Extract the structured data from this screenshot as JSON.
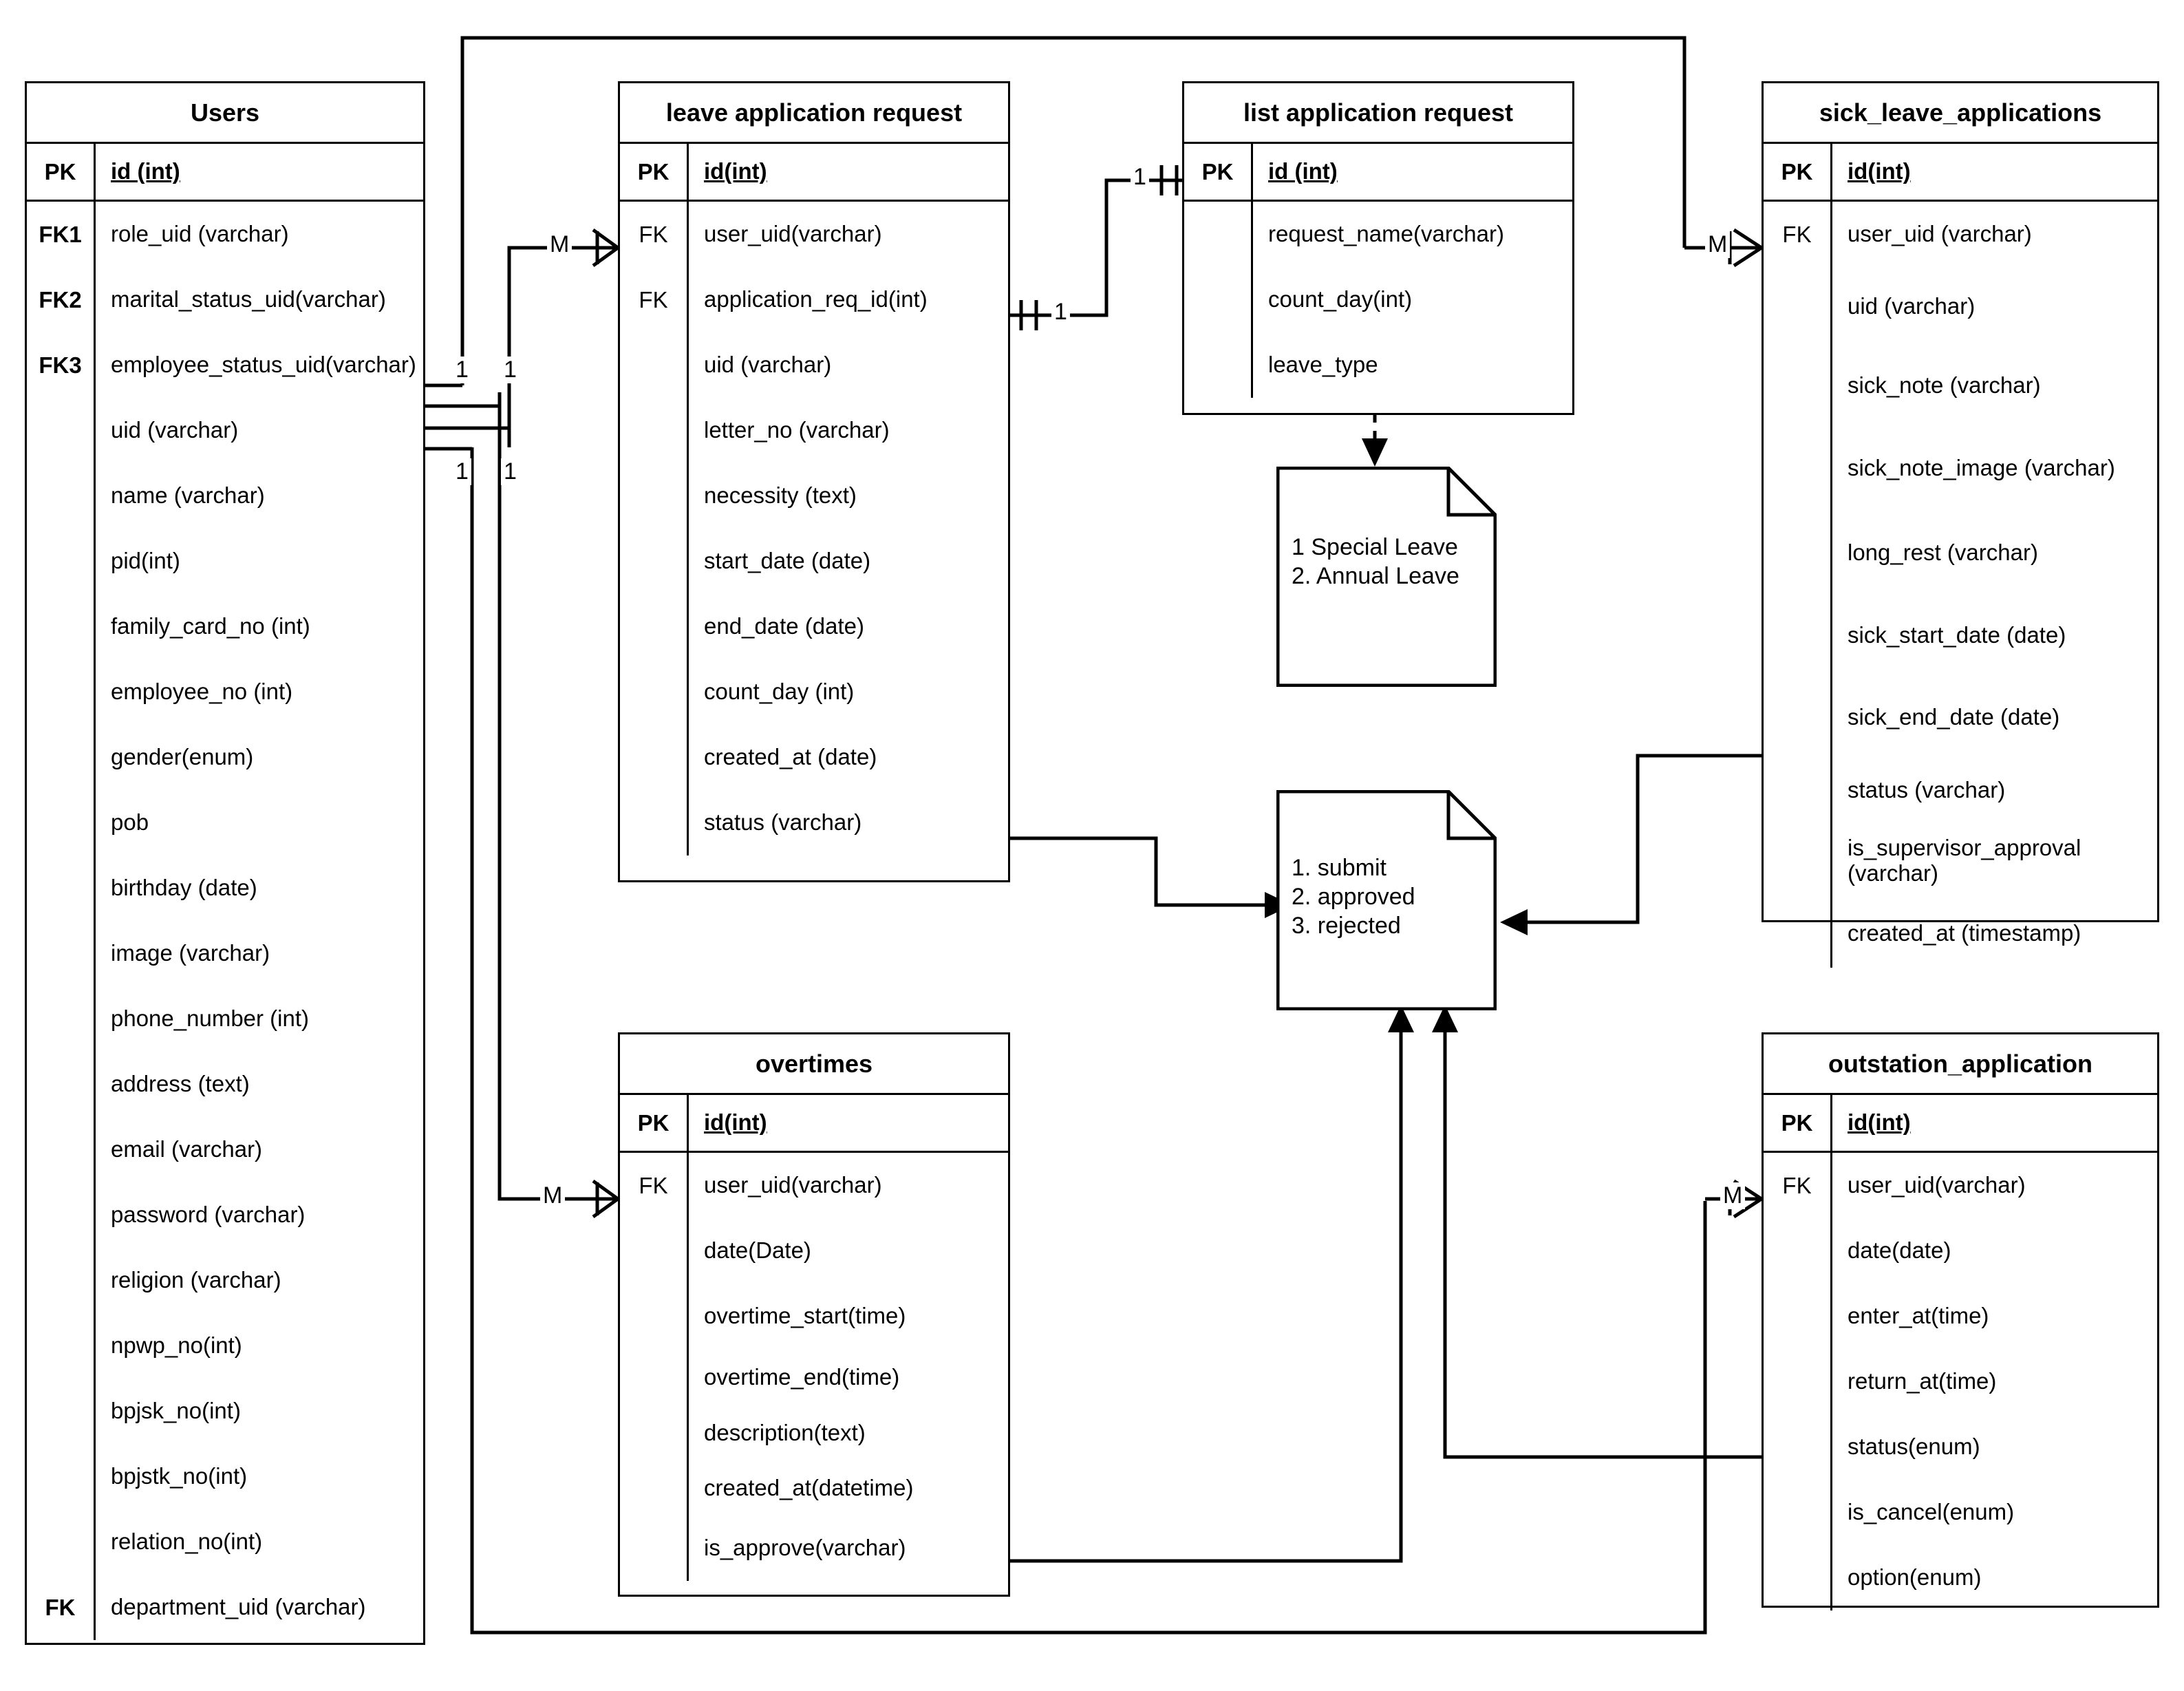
{
  "diagram": {
    "type": "er-diagram",
    "notation": "crow's foot"
  },
  "entities": [
    {
      "id": "users",
      "name": "Users",
      "pk": {
        "key": "PK",
        "field": "id (int)"
      },
      "fields": [
        {
          "key": "FK1",
          "field": "role_uid (varchar)"
        },
        {
          "key": "FK2",
          "field": "marital_status_uid(varchar)"
        },
        {
          "key": "FK3",
          "field": "employee_status_uid(varchar)"
        },
        {
          "key": "",
          "field": "uid (varchar)"
        },
        {
          "key": "",
          "field": "name (varchar)"
        },
        {
          "key": "",
          "field": "pid(int)"
        },
        {
          "key": "",
          "field": "family_card_no (int)"
        },
        {
          "key": "",
          "field": "employee_no (int)"
        },
        {
          "key": "",
          "field": "gender(enum)"
        },
        {
          "key": "",
          "field": "pob"
        },
        {
          "key": "",
          "field": "birthday (date)"
        },
        {
          "key": "",
          "field": "image (varchar)"
        },
        {
          "key": "",
          "field": "phone_number (int)"
        },
        {
          "key": "",
          "field": "address (text)"
        },
        {
          "key": "",
          "field": "email (varchar)"
        },
        {
          "key": "",
          "field": "password (varchar)"
        },
        {
          "key": "",
          "field": "religion (varchar)"
        },
        {
          "key": "",
          "field": "npwp_no(int)"
        },
        {
          "key": "",
          "field": "bpjsk_no(int)"
        },
        {
          "key": "",
          "field": "bpjstk_no(int)"
        },
        {
          "key": "",
          "field": "relation_no(int)"
        },
        {
          "key": "FK",
          "field": "department_uid (varchar)"
        }
      ]
    },
    {
      "id": "leave_application_request",
      "name": "leave application request",
      "pk": {
        "key": "PK",
        "field": "id(int)"
      },
      "fields": [
        {
          "key": "FK",
          "field": "user_uid(varchar)"
        },
        {
          "key": "FK",
          "field": "application_req_id(int)"
        },
        {
          "key": "",
          "field": "uid (varchar)"
        },
        {
          "key": "",
          "field": "letter_no (varchar)"
        },
        {
          "key": "",
          "field": "necessity (text)"
        },
        {
          "key": "",
          "field": "start_date (date)"
        },
        {
          "key": "",
          "field": "end_date (date)"
        },
        {
          "key": "",
          "field": "count_day (int)"
        },
        {
          "key": "",
          "field": "created_at (date)"
        },
        {
          "key": "",
          "field": "status (varchar)"
        }
      ]
    },
    {
      "id": "list_application_request",
      "name": "list application request",
      "pk": {
        "key": "PK",
        "field": "id (int)"
      },
      "fields": [
        {
          "key": "",
          "field": "request_name(varchar)"
        },
        {
          "key": "",
          "field": "count_day(int)"
        },
        {
          "key": "",
          "field": "leave_type"
        }
      ]
    },
    {
      "id": "sick_leave_applications",
      "name": "sick_leave_applications",
      "pk": {
        "key": "PK",
        "field": "id(int)"
      },
      "fields": [
        {
          "key": "FK",
          "field": "user_uid (varchar)"
        },
        {
          "key": "",
          "field": "uid (varchar)"
        },
        {
          "key": "",
          "field": "sick_note (varchar)"
        },
        {
          "key": "",
          "field": "sick_note_image (varchar)"
        },
        {
          "key": "",
          "field": "long_rest (varchar)"
        },
        {
          "key": "",
          "field": "sick_start_date (date)"
        },
        {
          "key": "",
          "field": "sick_end_date (date)"
        },
        {
          "key": "",
          "field": "status (varchar)"
        },
        {
          "key": "",
          "field": "is_supervisor_approval (varchar)"
        },
        {
          "key": "",
          "field": "created_at (timestamp)"
        }
      ]
    },
    {
      "id": "overtimes",
      "name": "overtimes",
      "pk": {
        "key": "PK",
        "field": "id(int)"
      },
      "fields": [
        {
          "key": "FK",
          "field": "user_uid(varchar)"
        },
        {
          "key": "",
          "field": "date(Date)"
        },
        {
          "key": "",
          "field": "overtime_start(time)"
        },
        {
          "key": "",
          "field": "overtime_end(time)"
        },
        {
          "key": "",
          "field": "description(text)"
        },
        {
          "key": "",
          "field": "created_at(datetime)"
        },
        {
          "key": "",
          "field": "is_approve(varchar)"
        }
      ]
    },
    {
      "id": "outstation_application",
      "name": "outstation_application",
      "pk": {
        "key": "PK",
        "field": "id(int)"
      },
      "fields": [
        {
          "key": "FK",
          "field": "user_uid(varchar)"
        },
        {
          "key": "",
          "field": "date(date)"
        },
        {
          "key": "",
          "field": "enter_at(time)"
        },
        {
          "key": "",
          "field": "return_at(time)"
        },
        {
          "key": "",
          "field": "status(enum)"
        },
        {
          "key": "",
          "field": "is_cancel(enum)"
        },
        {
          "key": "",
          "field": "option(enum)"
        }
      ]
    }
  ],
  "notes": [
    {
      "id": "leave_type_note",
      "lines": "1 Special Leave\n2. Annual Leave"
    },
    {
      "id": "status_note",
      "lines": "1. submit\n2. approved\n3. rejected"
    }
  ],
  "cardinality_labels": [
    {
      "id": "users-leave-M",
      "text": "M"
    },
    {
      "id": "users-overtimes-M",
      "text": "M"
    },
    {
      "id": "users-sick-M",
      "text": "M"
    },
    {
      "id": "users-outstation-M",
      "text": "M"
    },
    {
      "id": "users-1-a",
      "text": "1"
    },
    {
      "id": "users-1-b",
      "text": "1"
    },
    {
      "id": "users-1-c",
      "text": "1"
    },
    {
      "id": "users-1-d",
      "text": "1"
    },
    {
      "id": "leave-1",
      "text": "1"
    },
    {
      "id": "list-1",
      "text": "1"
    }
  ]
}
